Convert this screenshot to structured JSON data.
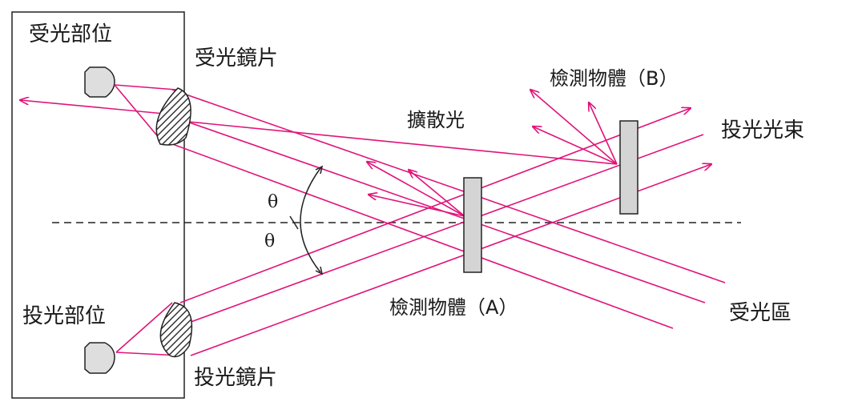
{
  "labels": {
    "receiver_unit": "受光部位",
    "receiver_lens": "受光鏡片",
    "emitter_unit": "投光部位",
    "emitter_lens": "投光鏡片",
    "object_a": "檢測物體（A）",
    "object_b": "檢測物體（B）",
    "scattered_light": "擴散光",
    "beam": "投光光束",
    "receive_zone": "受光區",
    "angle_top": "θ",
    "angle_bottom": "θ"
  },
  "colors": {
    "ray": "#e0137a",
    "outline": "#222222",
    "object_fill": "#d4d4d4",
    "lens_hatch": "#333333"
  }
}
